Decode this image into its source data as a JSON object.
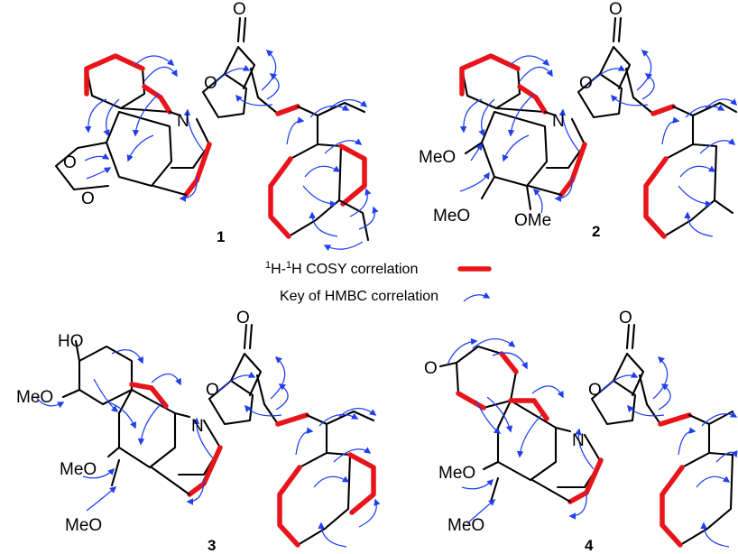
{
  "compounds": [
    {
      "id": "1",
      "substituents": {
        "o1": "O",
        "o2": "O",
        "n": "N",
        "o_lac": "O",
        "o_carb": "O"
      }
    },
    {
      "id": "2",
      "substituents": {
        "me1": "MeO",
        "me2": "MeO",
        "me3": "OMe",
        "n": "N",
        "o_lac": "O",
        "o_carb": "O"
      }
    },
    {
      "id": "3",
      "substituents": {
        "ho": "HO",
        "me0": "MeO",
        "me1": "MeO",
        "me2": "MeO",
        "n": "N",
        "o_lac": "O",
        "o_carb": "O"
      }
    },
    {
      "id": "4",
      "substituents": {
        "ket": "O",
        "me1": "MeO",
        "me2": "MeO",
        "n": "N",
        "o_lac": "O",
        "o_carb": "O"
      }
    }
  ],
  "legend": {
    "cosy": {
      "prefix": "1",
      "mid": "H-",
      "sup2": "1",
      "suffix": "H COSY correlation"
    },
    "hmbc": "Key of HMBC correlation"
  },
  "colors": {
    "cosy": "#e8141a",
    "hmbc": "#1f3ff0",
    "bond": "#000000"
  }
}
